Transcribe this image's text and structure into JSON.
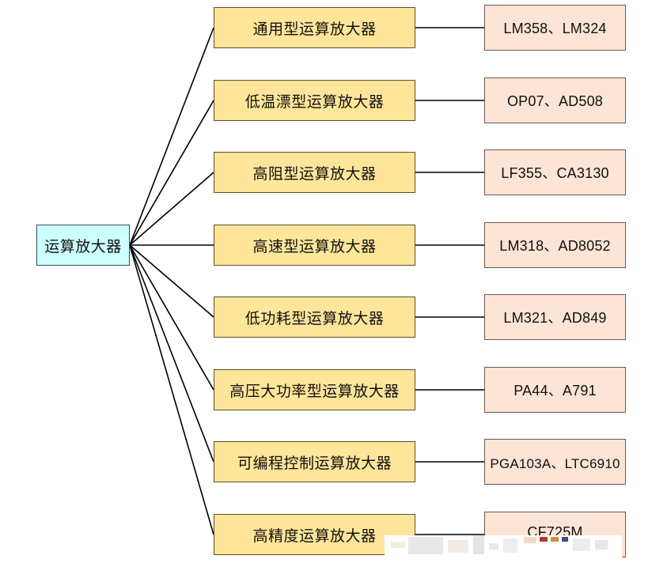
{
  "root": {
    "label": "运算放大器"
  },
  "categories": [
    {
      "label": "通用型运算放大器",
      "example": "LM358、LM324"
    },
    {
      "label": "低温漂型运算放大器",
      "example": "OP07、AD508"
    },
    {
      "label": "高阻型运算放大器",
      "example": "LF355、CA3130"
    },
    {
      "label": "高速型运算放大器",
      "example": "LM318、AD8052"
    },
    {
      "label": "低功耗型运算放大器",
      "example": "LM321、AD849"
    },
    {
      "label": "高压大功率型运算放大器",
      "example": "PA44、A791"
    },
    {
      "label": "可编程控制运算放大器",
      "example": "PGA103A、LTC6910"
    },
    {
      "label": "高精度运算放大器",
      "example": "CF725M"
    }
  ],
  "colors": {
    "root_fill": "#ccffff",
    "category_fill": "#ffe599",
    "example_fill": "#fce4d6",
    "line": "#000000"
  }
}
